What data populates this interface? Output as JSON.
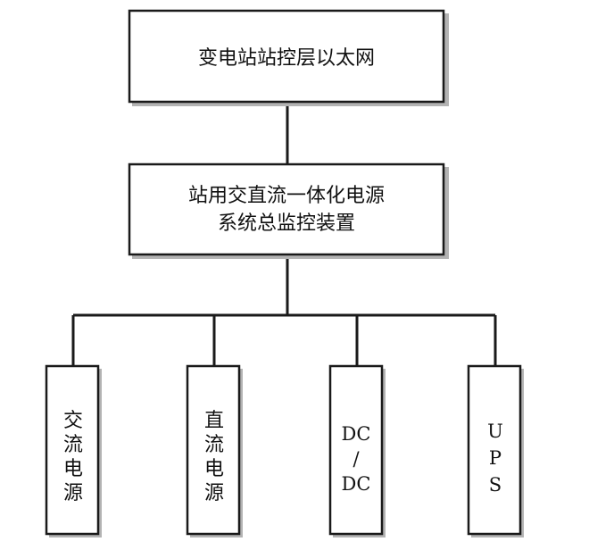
{
  "diagram": {
    "top_node": {
      "label": "变电站站控层以太网"
    },
    "middle_node": {
      "lines": [
        "站用交直流一体化电源",
        "系统总监控装置"
      ]
    },
    "leaf_nodes": [
      {
        "lines": [
          "交",
          "流",
          "电",
          "源"
        ]
      },
      {
        "lines": [
          "直",
          "流",
          "电",
          "源"
        ]
      },
      {
        "lines": [
          "DC",
          "/",
          "DC"
        ]
      },
      {
        "lines": [
          "U",
          "P",
          "S"
        ]
      }
    ],
    "colors": {
      "stroke": "#1a1a1a",
      "box_fill": "#ffffff",
      "shadow": "#b3b3b3",
      "text": "#111111"
    }
  }
}
